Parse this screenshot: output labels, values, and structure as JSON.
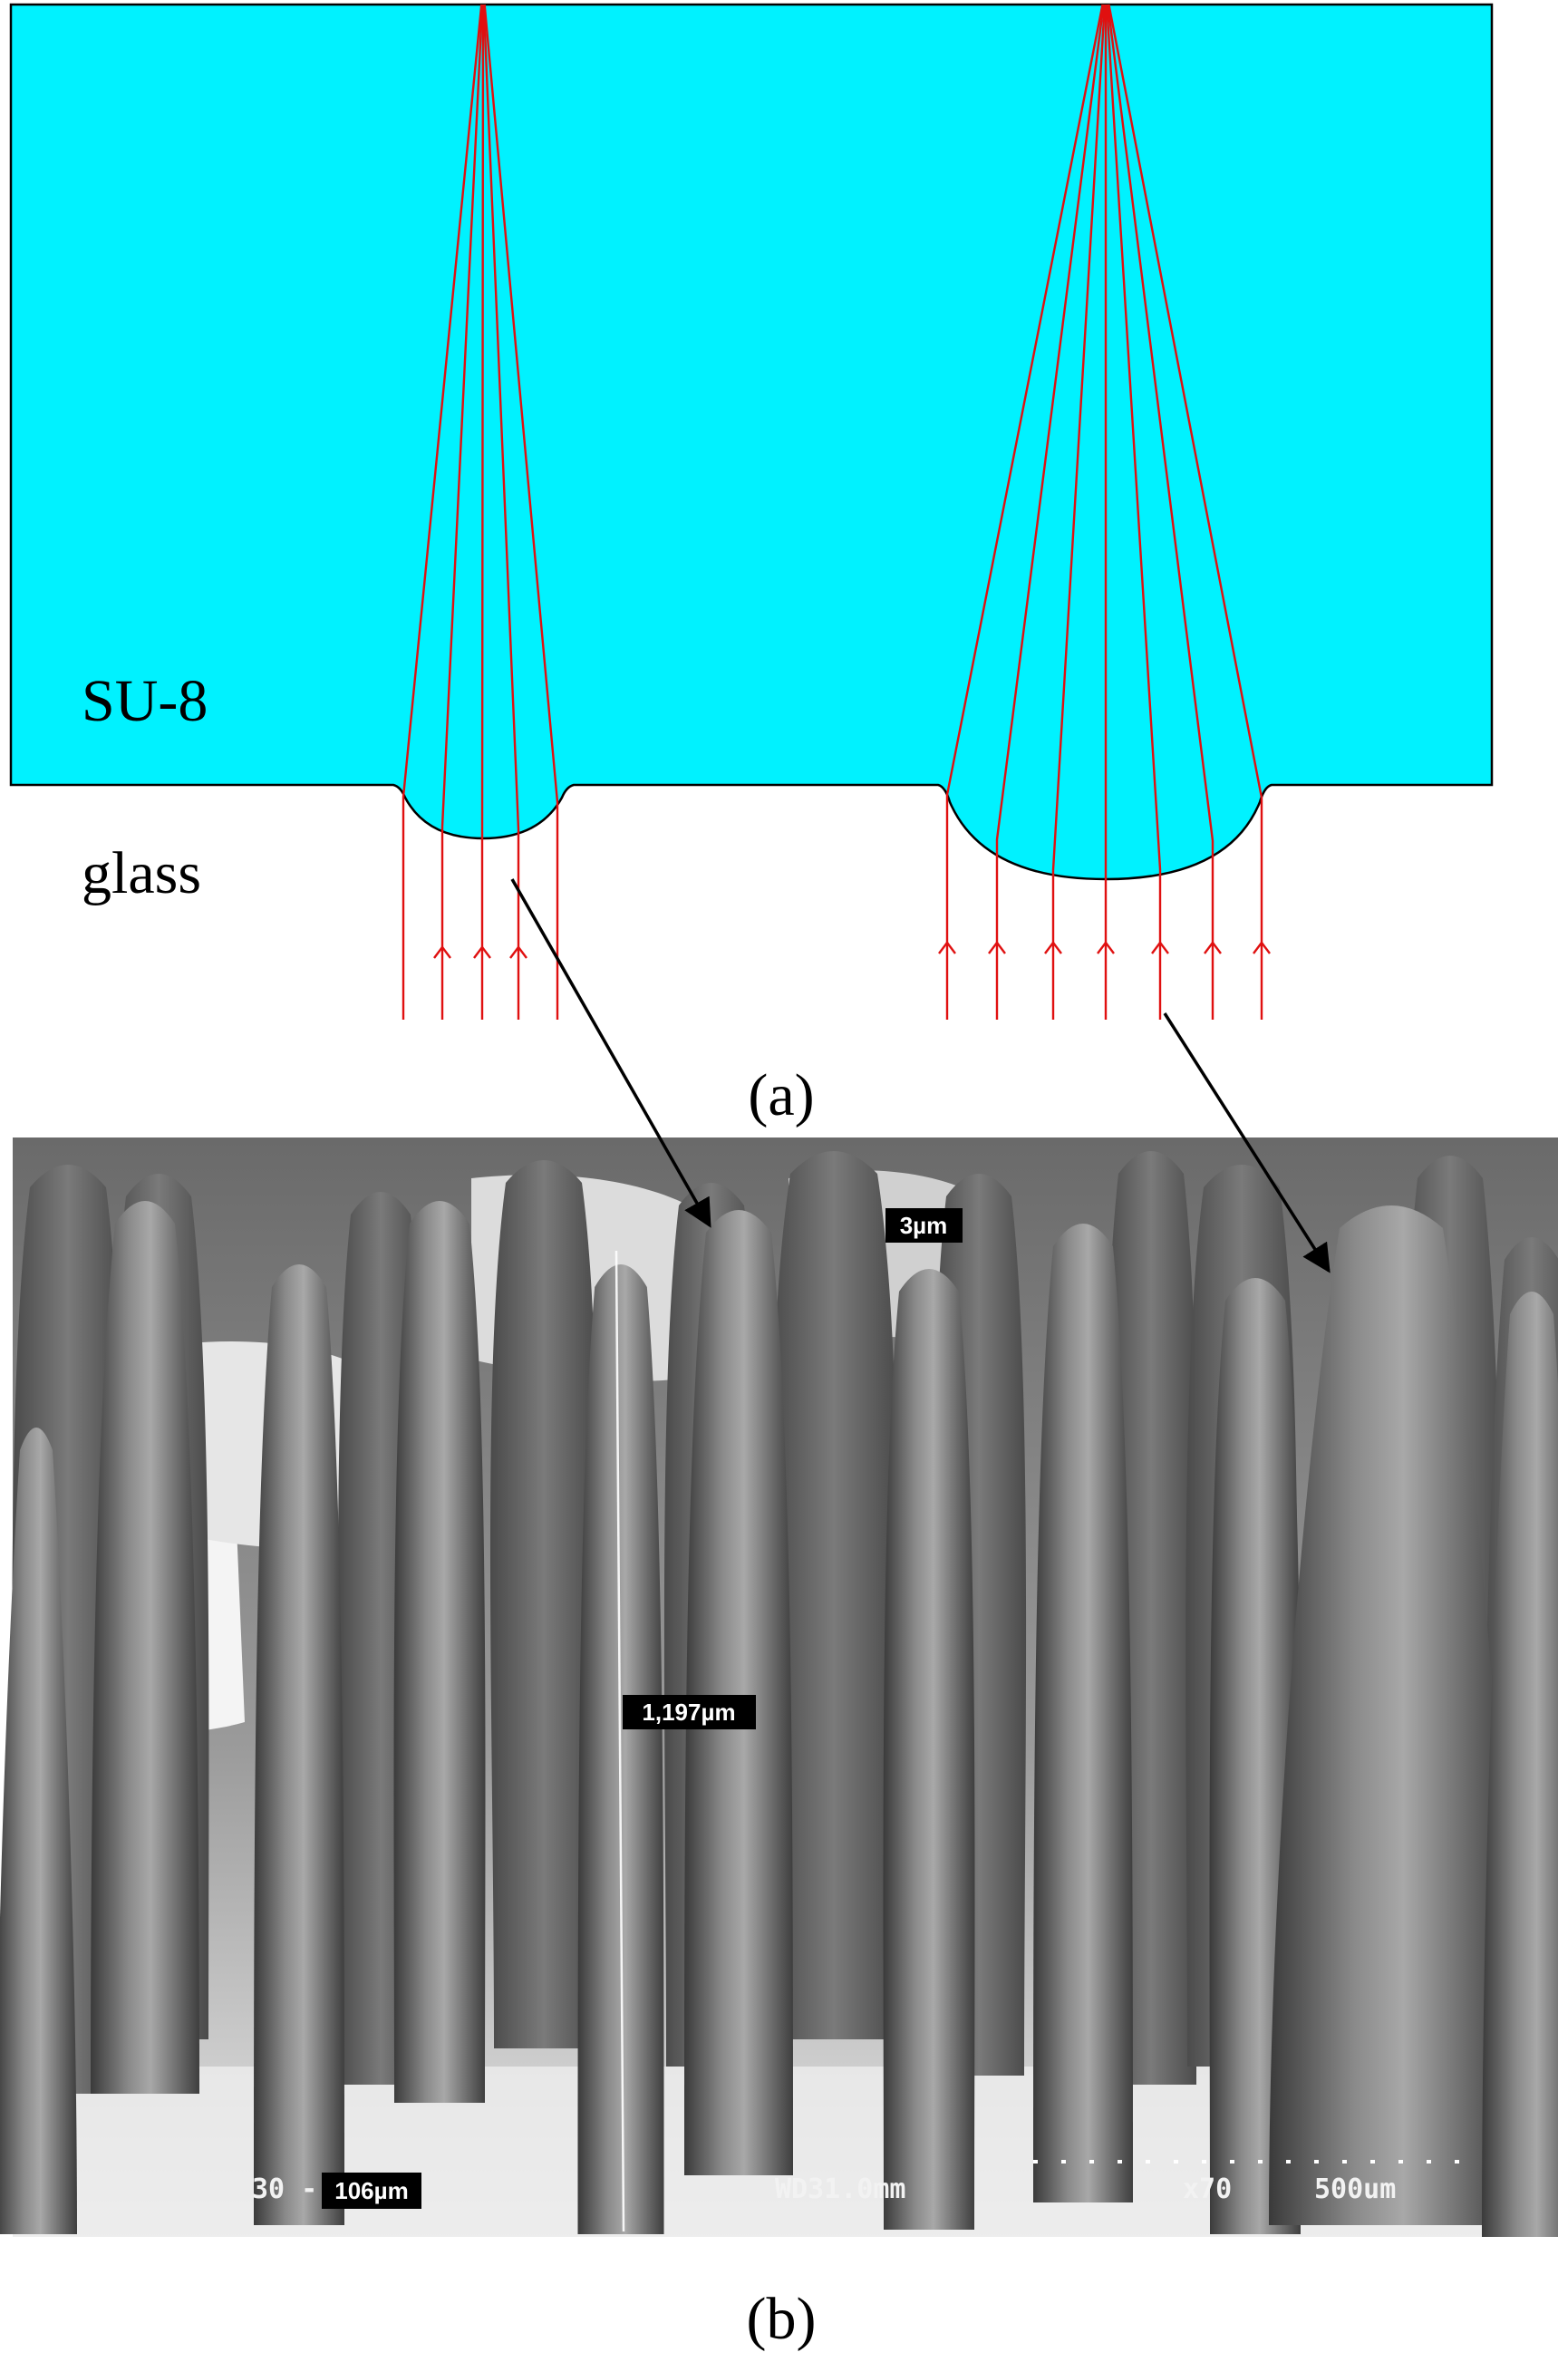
{
  "panel_a": {
    "su8_label": "SU-8",
    "glass_label": "glass",
    "caption": "(a)",
    "colors": {
      "su8": "#00F2FF",
      "ray": "#E01010"
    }
  },
  "panel_b": {
    "caption": "(b)",
    "labels": {
      "tip_width": "3µm",
      "height": "1,197µm",
      "base_width": "106µm"
    },
    "info_bar": {
      "voltage": "30 -",
      "wd": "WD31.0mm",
      "mag": "x70",
      "scale": "500um"
    }
  }
}
